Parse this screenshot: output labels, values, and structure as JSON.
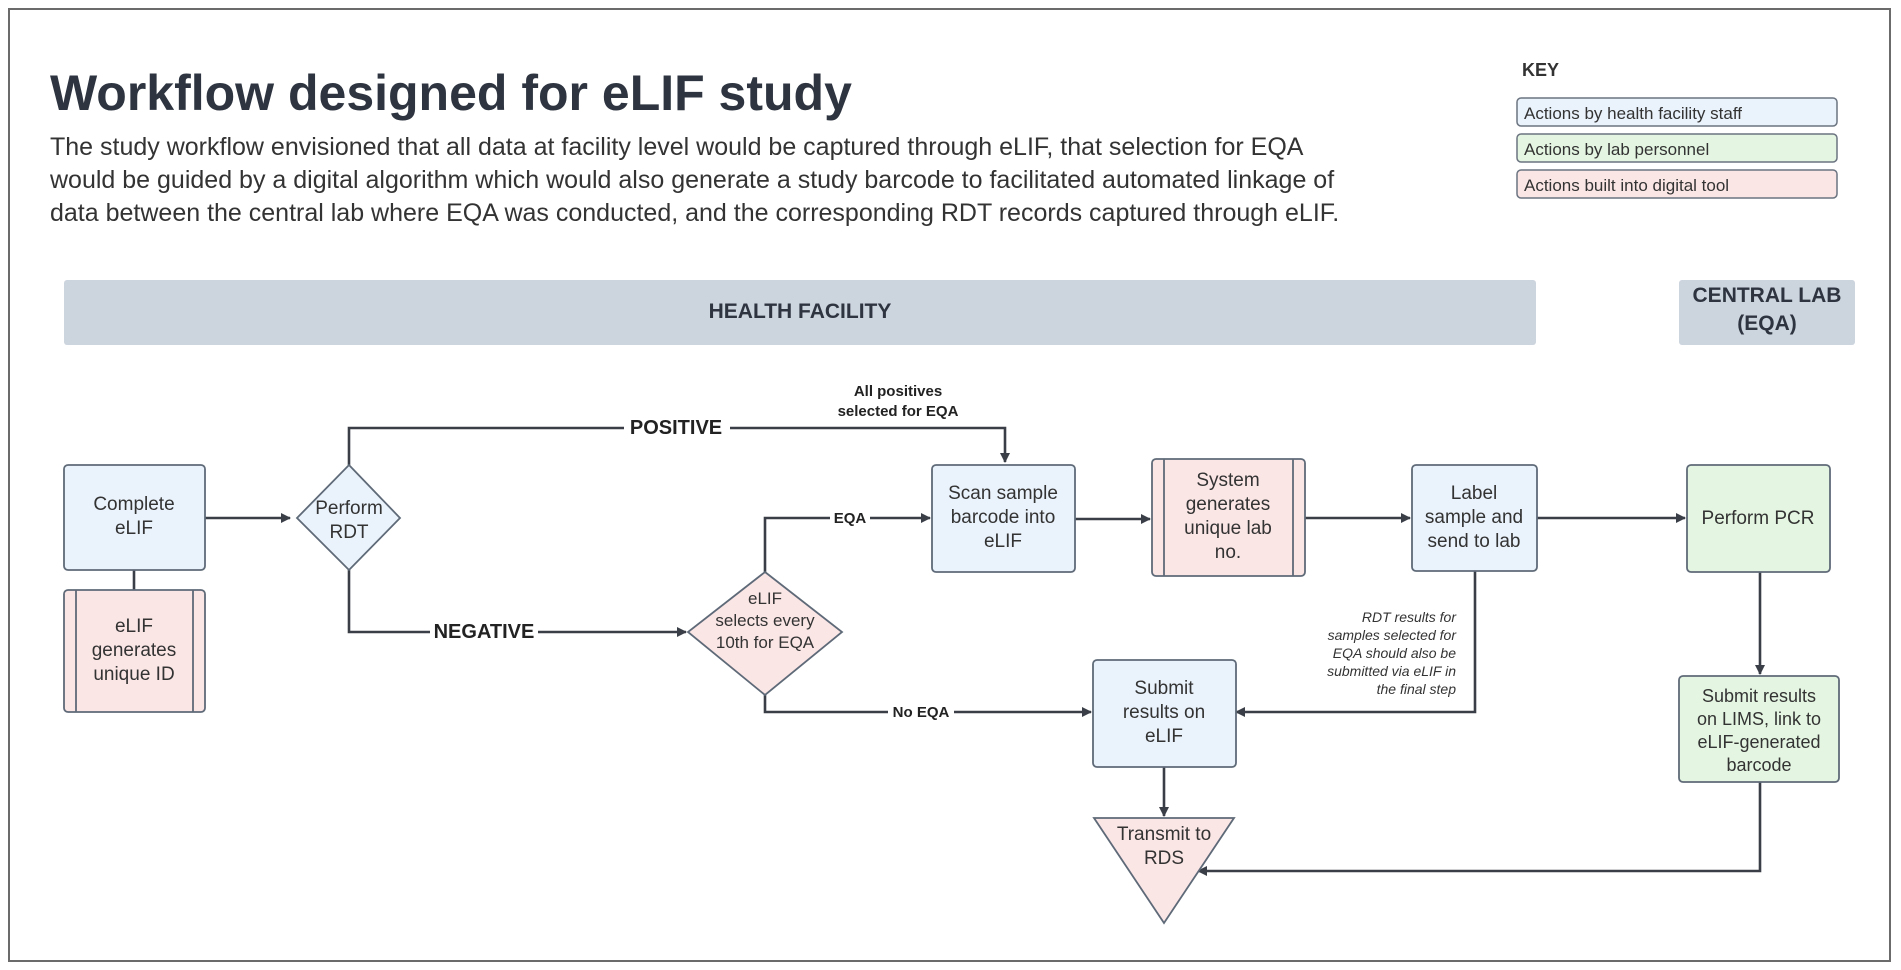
{
  "header": {
    "title": "Workflow designed for eLIF study",
    "description_lines": [
      "The study workflow envisioned that all data at facility level would be captured through eLIF, that selection for EQA",
      "would be guided by a digital algorithm which would also generate a study barcode to facilitated automated linkage of",
      "data between the central lab where EQA was conducted, and the corresponding RDT records captured through eLIF."
    ]
  },
  "key": {
    "title": "KEY",
    "items": [
      {
        "label": "Actions by health facility staff",
        "color": "#eaf2fb"
      },
      {
        "label": "Actions by lab personnel",
        "color": "#e4f6e2"
      },
      {
        "label": "Actions built into digital tool",
        "color": "#fbe6e6"
      }
    ]
  },
  "lanes": {
    "health_facility": "HEALTH FACILITY",
    "central_lab": [
      "CENTRAL LAB",
      "(EQA)"
    ]
  },
  "nodes": {
    "complete_elif": [
      "Complete",
      "eLIF"
    ],
    "generates_id": [
      "eLIF",
      "generates",
      "unique ID"
    ],
    "perform_rdt": [
      "Perform",
      "RDT"
    ],
    "selects_every_10th": [
      "eLIF",
      "selects every",
      "10th for EQA"
    ],
    "scan_sample": [
      "Scan sample",
      "barcode into",
      "eLIF"
    ],
    "system_generates": [
      "System",
      "generates",
      "unique lab",
      "no."
    ],
    "label_sample": [
      "Label",
      "sample and",
      "send to lab"
    ],
    "perform_pcr": [
      "Perform PCR"
    ],
    "submit_results_elif": [
      "Submit",
      "results on",
      "eLIF"
    ],
    "submit_results_lims": [
      "Submit results",
      "on LIMS, link to",
      "eLIF-generated",
      "barcode"
    ],
    "transmit_rds": [
      "Transmit to",
      "RDS"
    ]
  },
  "edges": {
    "positive": "POSITIVE",
    "negative": "NEGATIVE",
    "eqa": "EQA",
    "no_eqa": "No EQA",
    "all_positives": [
      "All positives",
      "selected for EQA"
    ]
  },
  "notes": {
    "rdt_results": [
      "RDT results for",
      "samples selected for",
      "EQA should also be",
      "submitted via eLIF in",
      "the final step"
    ]
  },
  "colors": {
    "facility": "#eaf2fb",
    "lab": "#e4f6e2",
    "digital": "#fbe6e6",
    "lane": "#ccd4de",
    "line": "#3a3f47"
  }
}
